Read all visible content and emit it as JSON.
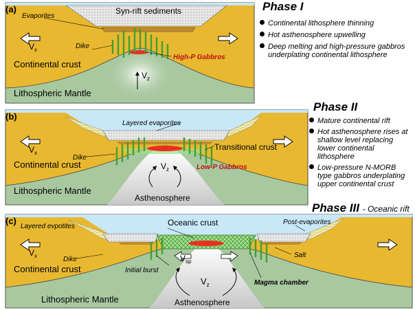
{
  "panels": [
    {
      "letter": "(a)",
      "phase": "Phase I",
      "labels": {
        "sediments": "Syn-rift sediments",
        "evaporites": "Evaporites",
        "vx": "V",
        "vx_sub": "x",
        "dike": "Dike",
        "gabbros": "High-P Gabbros",
        "vz": "V",
        "vz_sub": "z",
        "crust": "Continental crust",
        "mantle": "Lithospheric Mantle"
      },
      "bullets": [
        "Continental lithosphere thinning",
        "Hot asthenosphere upwelling",
        "Deep melting and high-pressure gabbros underplating continental lithosphere"
      ]
    },
    {
      "letter": "(b)",
      "phase": "Phase II",
      "labels": {
        "evaporites": "Layered evaporites",
        "vx": "V",
        "vx_sub": "x",
        "dike": "Dike",
        "transitional": "Transitional crust",
        "gabbros": "Low-P Gabbros",
        "vz": "V",
        "vz_sub": "z",
        "crust": "Continental crust",
        "mantle": "Lithospheric Mantle",
        "asthenosphere": "Asthenosphere"
      },
      "bullets": [
        "Mature continental rift",
        "Hot asthenosphere rises at shallow level replacing lower continental lithosphere",
        "Low-pressure N-MORB type gabbros underplating upper continental crust"
      ]
    },
    {
      "letter": "(c)",
      "phase": "Phase III",
      "phase_sub": "- Oceanic rift",
      "labels": {
        "evaporites": "Layered evpotites",
        "oceanic": "Oceanic crust",
        "post_evap": "Post-evaporites",
        "vx": "V",
        "vx_sub": "x",
        "dike": "Dike",
        "salt": "Salt",
        "vsp": "V",
        "vsp_sub": "sp",
        "burst": "Initial burst",
        "chamber": "Magma chamber",
        "vz": "V",
        "vz_sub": "z",
        "crust": "Continental crust",
        "mantle": "Lithospheric Mantle",
        "asthenosphere": "Asthenosphere"
      }
    }
  ],
  "colors": {
    "crust": "#e8b830",
    "mantle": "#a8c8a0",
    "water": "#c8e8f8",
    "gabbro": "#e83020",
    "dike": "#40a030",
    "sediment": "#d8d8d8",
    "evaporite": "#f0e8a0"
  }
}
